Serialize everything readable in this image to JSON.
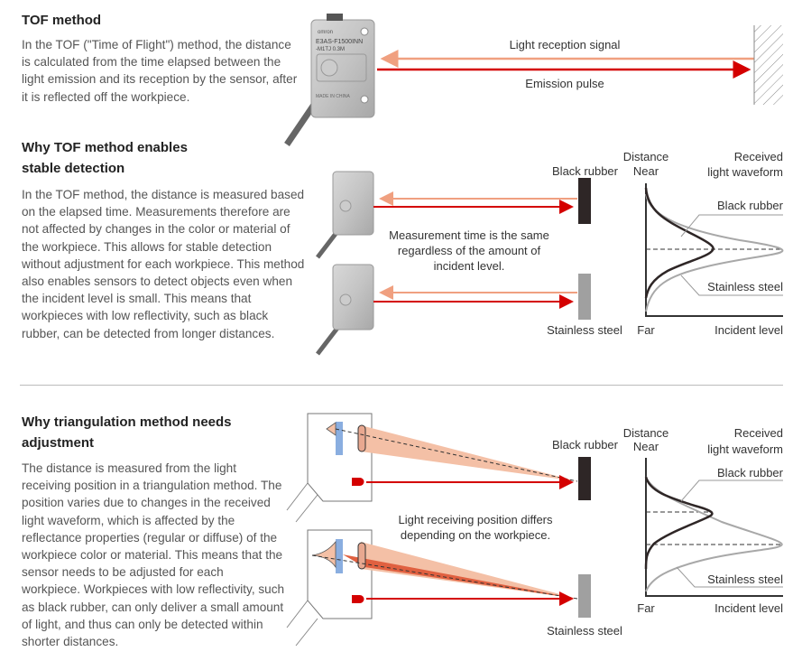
{
  "colors": {
    "emission": "#d40000",
    "reception": "#f0a080",
    "beam_fill": "#f4c0a6",
    "beam_dark": "#e06040",
    "black_rubber": "#2e2626",
    "stainless": "#a0a0a0",
    "receiver": "#8aaee0"
  },
  "sections": [
    {
      "title_lines": [
        "TOF method"
      ],
      "body": "In the TOF (\"Time of Flight\") method, the distance is calculated from the time elapsed between the light emission and its reception by the sensor, after it is reflected off the workpiece."
    },
    {
      "title_lines": [
        "Why TOF method enables",
        "stable detection"
      ],
      "body": "In the TOF method, the distance is measured based on the elapsed time. Measurements therefore are not affected by changes in the color or material of the workpiece.  This allows for stable detection without adjustment for each workpiece.  This method also enables sensors to detect objects even when the incident level is small. This means that workpieces with low reflectivity, such as black rubber, can be detected from longer distances."
    },
    {
      "title_lines": [
        "Why triangulation method needs",
        "adjustment"
      ],
      "body": "The distance is measured from the light receiving position in a triangulation method. The position varies due to changes in the received light waveform, which is affected by the reflectance properties (regular or diffuse) of the workpiece color or material.  This means that the sensor needs to be adjusted for each workpiece.  Workpieces with low reflectivity, such as black rubber, can only deliver a small amount of light, and thus can only be detected within shorter distances."
    }
  ],
  "sensor_label": {
    "brand": "omron",
    "model": "E3AS-F1500INN",
    "model2": "-M1TJ 0.3M",
    "made": "MADE IN CHINA"
  },
  "diagram1": {
    "reception": "Light reception signal",
    "emission": "Emission pulse"
  },
  "diagram2": {
    "black_rubber": "Black rubber",
    "stainless": "Stainless steel",
    "note": [
      "Measurement time is the same",
      "regardless of the amount of",
      "incident level."
    ],
    "graph": {
      "distance": "Distance",
      "near": "Near",
      "far": "Far",
      "received": [
        "Received",
        "light waveform"
      ],
      "incident": "Incident level",
      "series": [
        "Black rubber",
        "Stainless steel"
      ]
    }
  },
  "diagram3": {
    "black_rubber": "Black rubber",
    "stainless": "Stainless steel",
    "note": [
      "Light receiving position differs",
      "depending on the workpiece."
    ],
    "graph": {
      "distance": "Distance",
      "near": "Near",
      "far": "Far",
      "received": [
        "Received",
        "light waveform"
      ],
      "incident": "Incident level",
      "series": [
        "Black rubber",
        "Stainless steel"
      ]
    }
  }
}
